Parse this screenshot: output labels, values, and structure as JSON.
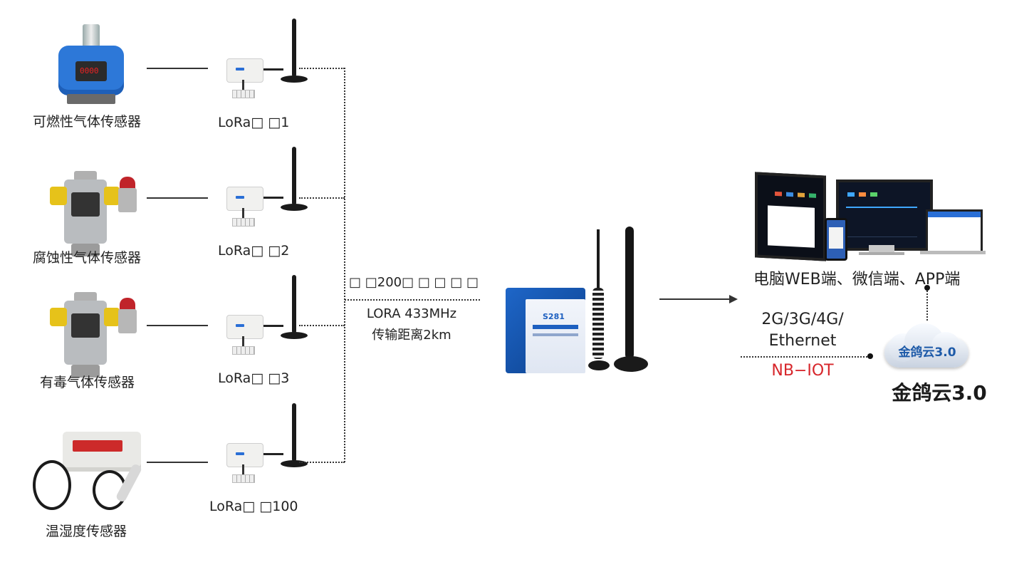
{
  "sensors": [
    {
      "label": "可燃性气体传感器"
    },
    {
      "label": "腐蚀性气体传感器"
    },
    {
      "label": "有毒气体传感器"
    },
    {
      "label": "温湿度传感器"
    }
  ],
  "sensor_display_text": "0000",
  "nodes": [
    {
      "label": "LoRa□ □1"
    },
    {
      "label": "LoRa□ □2"
    },
    {
      "label": "LoRa□ □3"
    },
    {
      "label": "LoRa□ □100"
    }
  ],
  "link": {
    "count_text": "□ □200□ □ □ □ □",
    "protocol": "LORA 433MHz",
    "distance": "传输距离2km"
  },
  "gateway": {
    "model": "S281"
  },
  "clients": {
    "label": "电脑WEB端、微信端、APP端"
  },
  "uplink": {
    "line1": "2G/3G/4G/",
    "line2": "Ethernet",
    "nbiot": "NB−IOT"
  },
  "cloud": {
    "badge": "金鸽云3.0",
    "name": "金鸽云3.0"
  },
  "colors": {
    "nbiot": "#d7262b",
    "cloud_text": "#1d5aa8",
    "line": "#333333"
  }
}
